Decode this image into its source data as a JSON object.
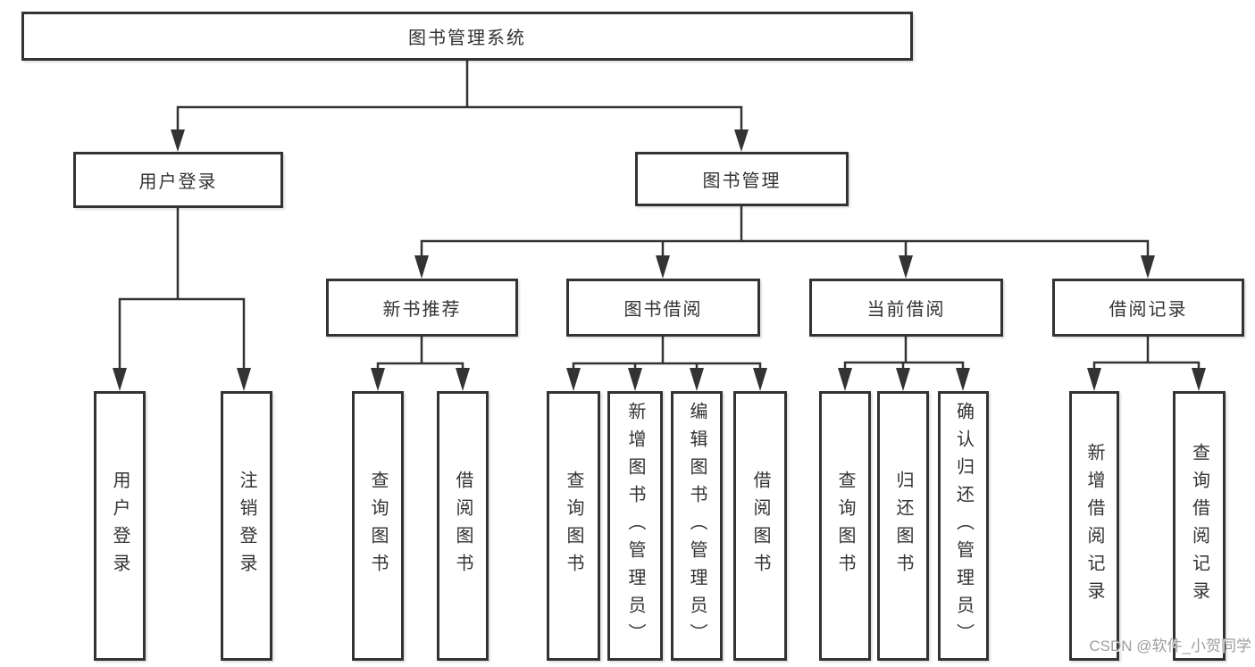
{
  "diagram_title": "图书管理系统",
  "tree": {
    "label": "图书管理系统",
    "children": [
      {
        "label": "用户登录",
        "children": [
          {
            "label": "用户登录"
          },
          {
            "label": "注销登录"
          }
        ]
      },
      {
        "label": "图书管理",
        "children": [
          {
            "label": "新书推荐",
            "children": [
              {
                "label": "查询图书"
              },
              {
                "label": "借阅图书"
              }
            ]
          },
          {
            "label": "图书借阅",
            "children": [
              {
                "label": "查询图书"
              },
              {
                "label": "新增图书（管理员）"
              },
              {
                "label": "编辑图书（管理员）"
              },
              {
                "label": "借阅图书"
              }
            ]
          },
          {
            "label": "当前借阅",
            "children": [
              {
                "label": "查询图书"
              },
              {
                "label": "归还图书"
              },
              {
                "label": "确认归还（管理员）"
              }
            ]
          },
          {
            "label": "借阅记录",
            "children": [
              {
                "label": "新增借阅记录"
              },
              {
                "label": "查询借阅记录"
              }
            ]
          }
        ]
      }
    ]
  },
  "watermark": {
    "text": "CSDN @软件_小贺同学"
  },
  "colors": {
    "line": "#333333",
    "box_border": "#333333",
    "text": "#333333",
    "background": "#ffffff",
    "watermark": "#9e9e9e"
  }
}
